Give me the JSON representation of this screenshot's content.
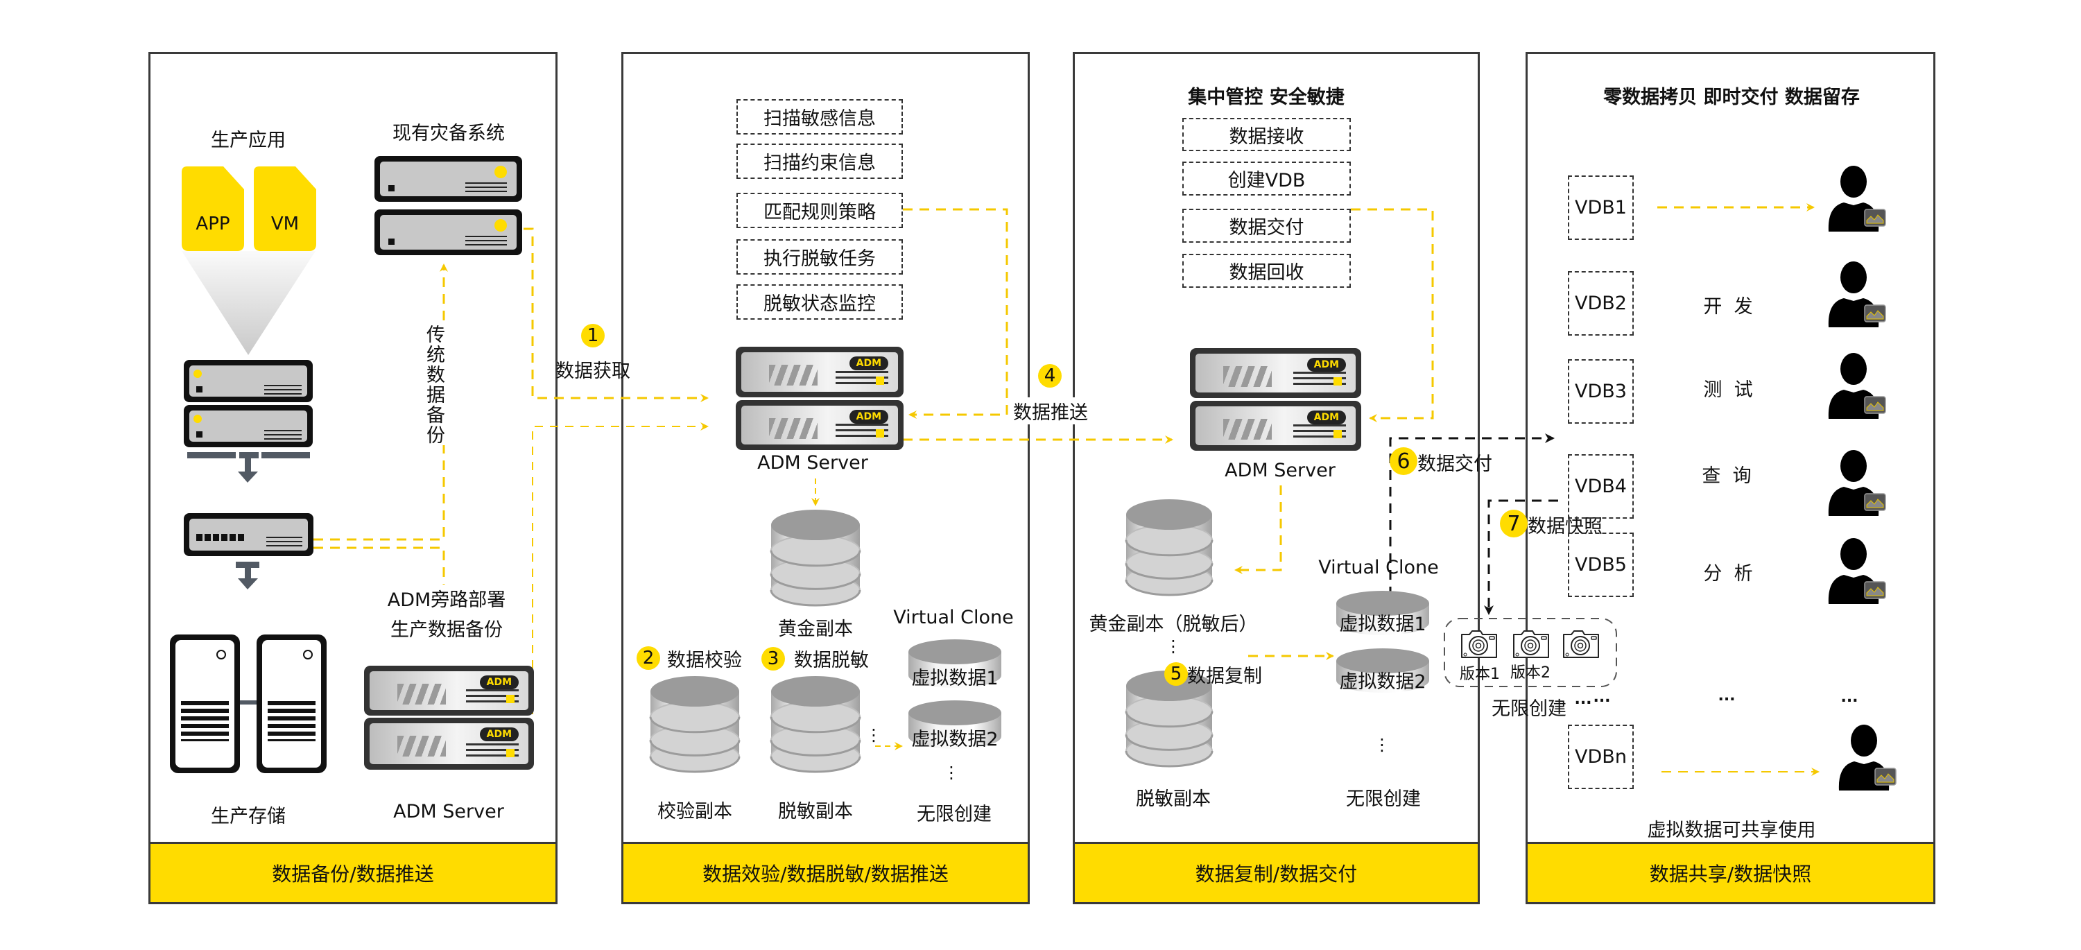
{
  "colors": {
    "accent": "#FFDC00",
    "border": "#3a3a3a",
    "dark": "#111111"
  },
  "panels": [
    {
      "footer": "数据备份/数据推送",
      "production_app_label": "生产应用",
      "app_label": "APP",
      "vm_label": "VM",
      "existing_dr_label": "现有灾备系统",
      "traditional_backup_label": "传统数据备份",
      "adm_bypass_line1": "ADM旁路部署",
      "adm_bypass_line2": "生产数据备份",
      "storage_label": "生产存储",
      "adm_server_label": "ADM Server",
      "adm_badge": "ADM"
    },
    {
      "footer": "数据效验/数据脱敏/数据推送",
      "tasks": [
        "扫描敏感信息",
        "扫描约束信息",
        "匹配规则策略",
        "执行脱敏任务",
        "脱敏状态监控"
      ],
      "adm_server_label": "ADM Server",
      "adm_badge": "ADM",
      "gold_copy_label": "黄金副本",
      "step2": {
        "num": "2",
        "label": "数据校验"
      },
      "step3": {
        "num": "3",
        "label": "数据脱敏"
      },
      "verify_copy_label": "校验副本",
      "masked_copy_label": "脱敏副本",
      "virtual_clone_label": "Virtual Clone",
      "virtual_items": [
        "虚拟数据1",
        "虚拟数据2"
      ],
      "ellipsis_v": "⋮",
      "unlimited_label": "无限创建"
    },
    {
      "footer": "数据复制/数据交付",
      "title": "集中管控  安全敏捷",
      "tasks": [
        "数据接收",
        "创建VDB",
        "数据交付",
        "数据回收"
      ],
      "adm_server_label": "ADM Server",
      "adm_badge": "ADM",
      "gold_copy_label": "黄金副本（脱敏后）",
      "masked_copy_label": "脱敏副本",
      "virtual_clone_label": "Virtual Clone",
      "virtual_items": [
        "虚拟数据1",
        "虚拟数据2"
      ],
      "ellipsis_v": "⋮",
      "step5": {
        "num": "5",
        "label": "数据复制"
      },
      "unlimited_label": "无限创建"
    },
    {
      "footer": "数据共享/数据快照",
      "title": "零数据拷贝 即时交付 数据留存",
      "vdbs": [
        "VDB1",
        "VDB2",
        "VDB3",
        "VDB4",
        "VDB5",
        "VDBn"
      ],
      "uses": [
        "开  发",
        "测  试",
        "查  询",
        "分  析"
      ],
      "ellipsis_h": "...",
      "bottom_label": "虚拟数据可共享使用"
    }
  ],
  "connectors": {
    "step1": {
      "num": "1",
      "label": "数据获取"
    },
    "step4": {
      "num": "4",
      "label": "数据推送"
    },
    "step6": {
      "num": "6",
      "label": "数据交付"
    },
    "step7": {
      "num": "7",
      "label": "数据快照"
    }
  },
  "snapshots": {
    "versions": [
      "版本1",
      "版本2"
    ],
    "unlimited_label": "无限创建",
    "ellipsis_h": "..."
  }
}
